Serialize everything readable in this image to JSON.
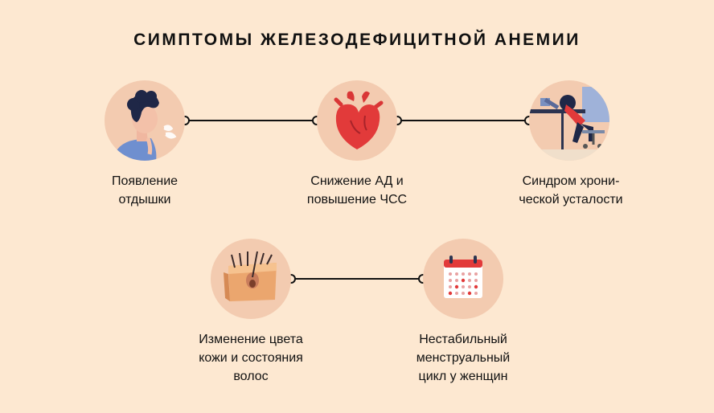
{
  "title": "СИМПТОМЫ ЖЕЛЕЗОДЕФИЦИТНОЙ АНЕМИИ",
  "colors": {
    "background": "#fde8d1",
    "circle": "#f3cbb0",
    "line": "#111111",
    "accent_red": "#e23a3a"
  },
  "symptoms": [
    {
      "label": "Появление\nотдышки",
      "icon": "breathing-person-icon"
    },
    {
      "label": "Снижение АД и\nповышение ЧСС",
      "icon": "heart-icon"
    },
    {
      "label": "Синдром хрони-\nческой усталости",
      "icon": "tired-person-at-desk-icon"
    },
    {
      "label": "Изменение цвета\nкожи и состояния\nволос",
      "icon": "skin-hair-icon"
    },
    {
      "label": "Нестабильный\nменструальный\nцикл у женщин",
      "icon": "calendar-icon"
    }
  ]
}
